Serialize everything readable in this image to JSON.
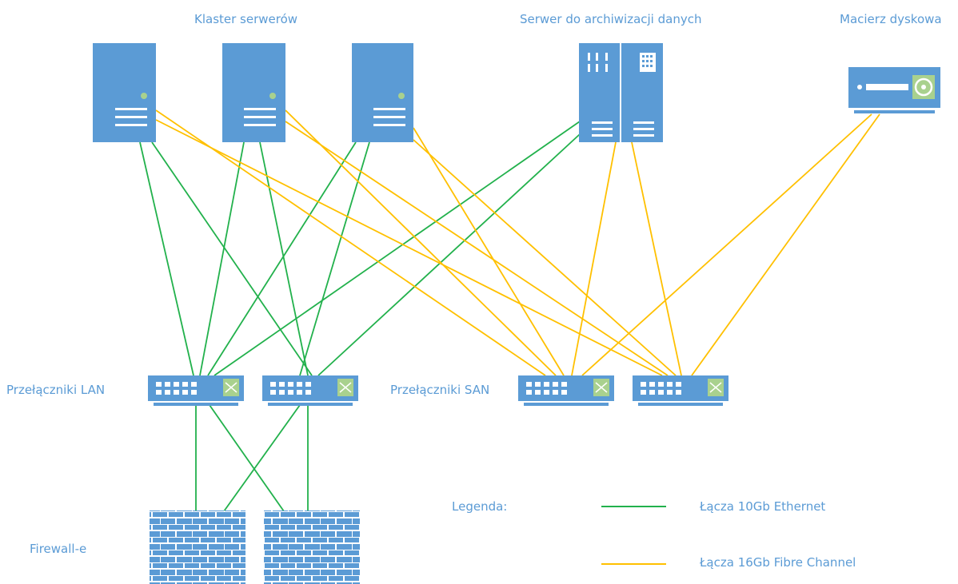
{
  "labels": {
    "cluster": "Klaster serwerów",
    "backup": "Serwer do archiwizacji danych",
    "storage": "Macierz dyskowa",
    "lan_switches": "Przełączniki LAN",
    "san_switches": "Przełączniki SAN",
    "firewalls": "Firewall-e"
  },
  "legend": {
    "title": "Legenda:",
    "ethernet": "Łącza 10Gb Ethernet",
    "fibre": "Łącza 16Gb Fibre Channel"
  },
  "colors": {
    "device": "#5b9bd5",
    "ethernet": "#22b14c",
    "fibre": "#ffc000",
    "label": "#5b9bd5"
  }
}
